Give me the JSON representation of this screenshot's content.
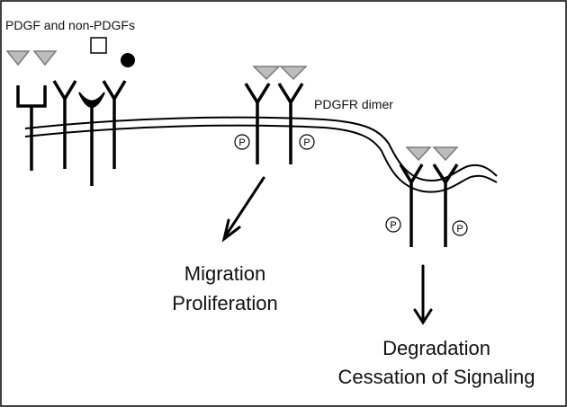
{
  "labels": {
    "ligands": "PDGF and non-PDGFs",
    "dimer": "PDGFR dimer",
    "phospho": "P",
    "outcome1_line1": "Migration",
    "outcome1_line2": "Proliferation",
    "outcome2_line1": "Degradation",
    "outcome2_line2": "Cessation of Signaling"
  }
}
